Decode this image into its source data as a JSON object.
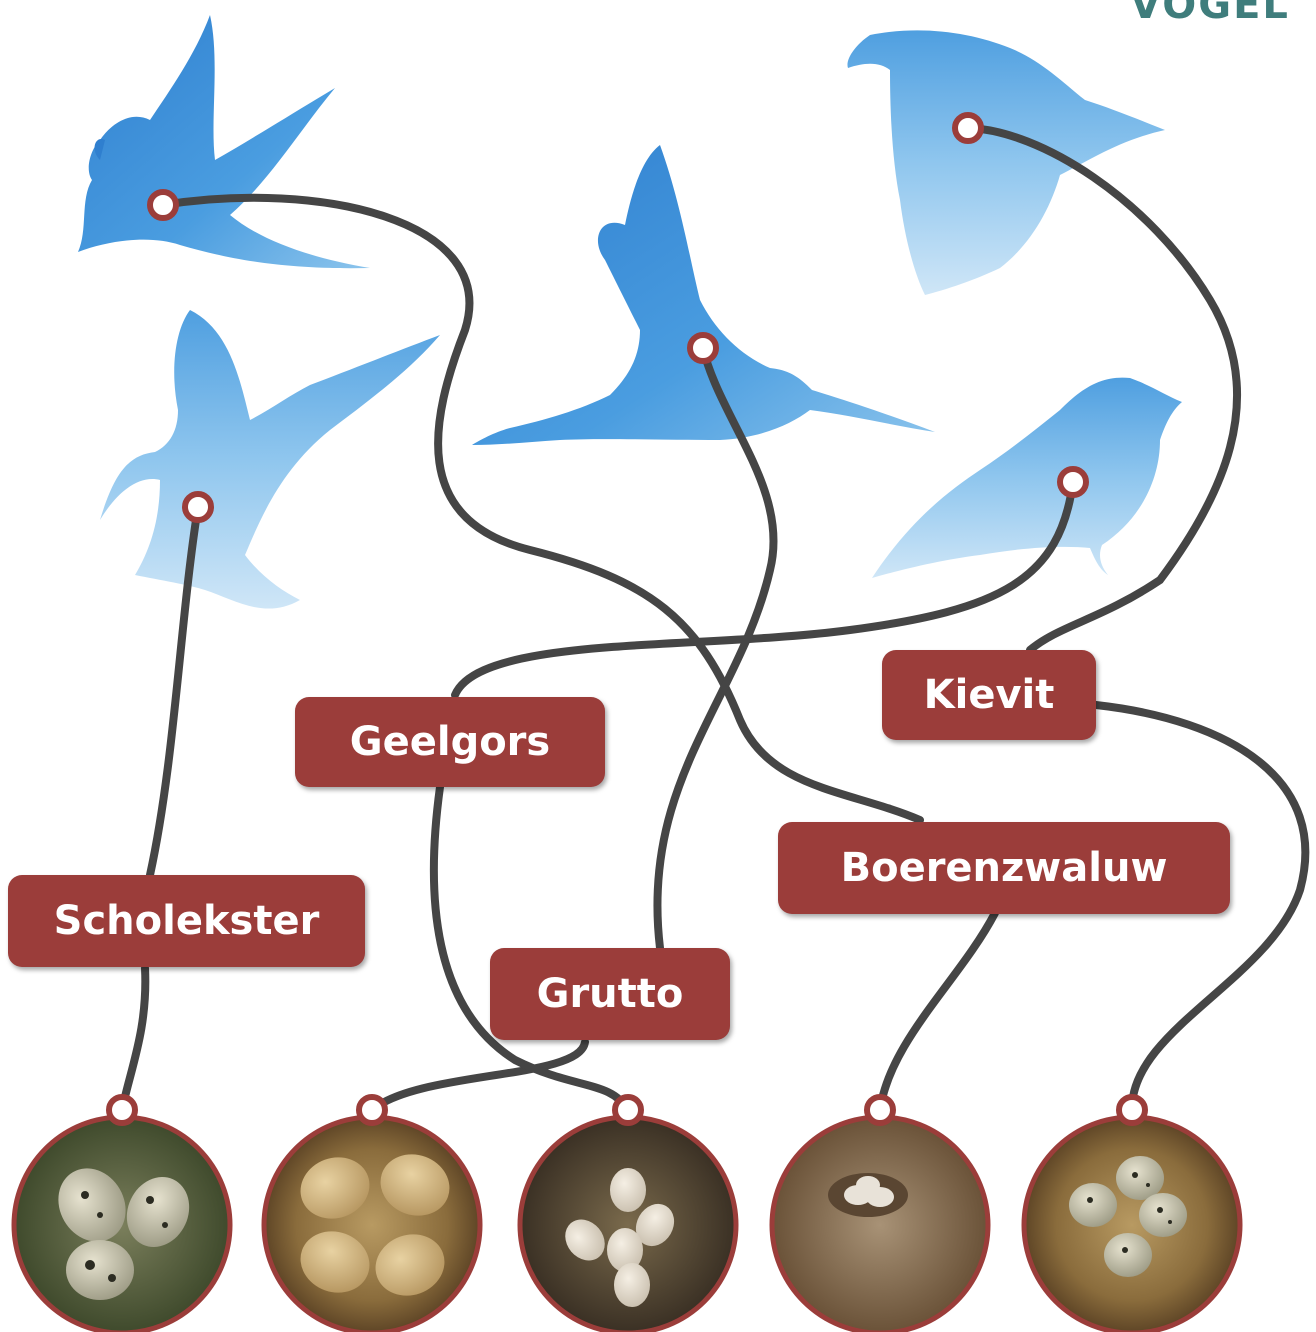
{
  "header_fragment": "VOGEL",
  "labels": {
    "kievit": "Kievit",
    "geelgors": "Geelgors",
    "boerenzwaluw": "Boerenzwaluw",
    "scholekster": "Scholekster",
    "grutto": "Grutto"
  },
  "colors": {
    "label_bg": "#9b3d3a",
    "bird_blue": "#3a8fd6",
    "bird_blue_light": "#8cc4ec",
    "string": "#454545",
    "pin_ring": "#9b3d3a"
  },
  "birds": [
    "swallow-silhouette",
    "oystercatcher-silhouette",
    "godwit-silhouette",
    "lapwing-silhouette",
    "yellowhammer-silhouette"
  ],
  "nests": [
    "scholekster-nest-photo",
    "grutto-nest-photo",
    "geelgors-nest-photo",
    "boerenzwaluw-nest-photo",
    "kievit-nest-photo"
  ]
}
